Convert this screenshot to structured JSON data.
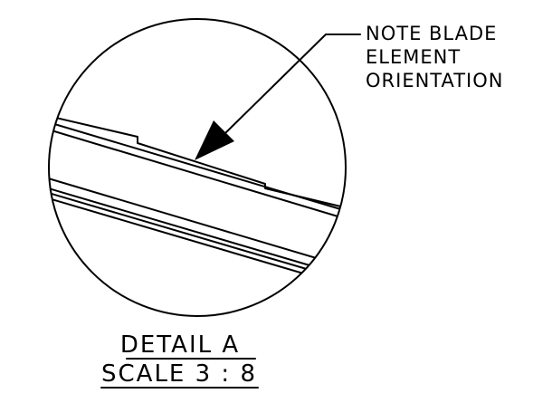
{
  "note": {
    "lines": [
      "NOTE BLADE",
      "ELEMENT",
      "ORIENTATION"
    ]
  },
  "detail": {
    "title": "DETAIL A",
    "scale": "SCALE 3 : 8"
  },
  "colors": {
    "ink": "#000000",
    "background": "#ffffff"
  }
}
